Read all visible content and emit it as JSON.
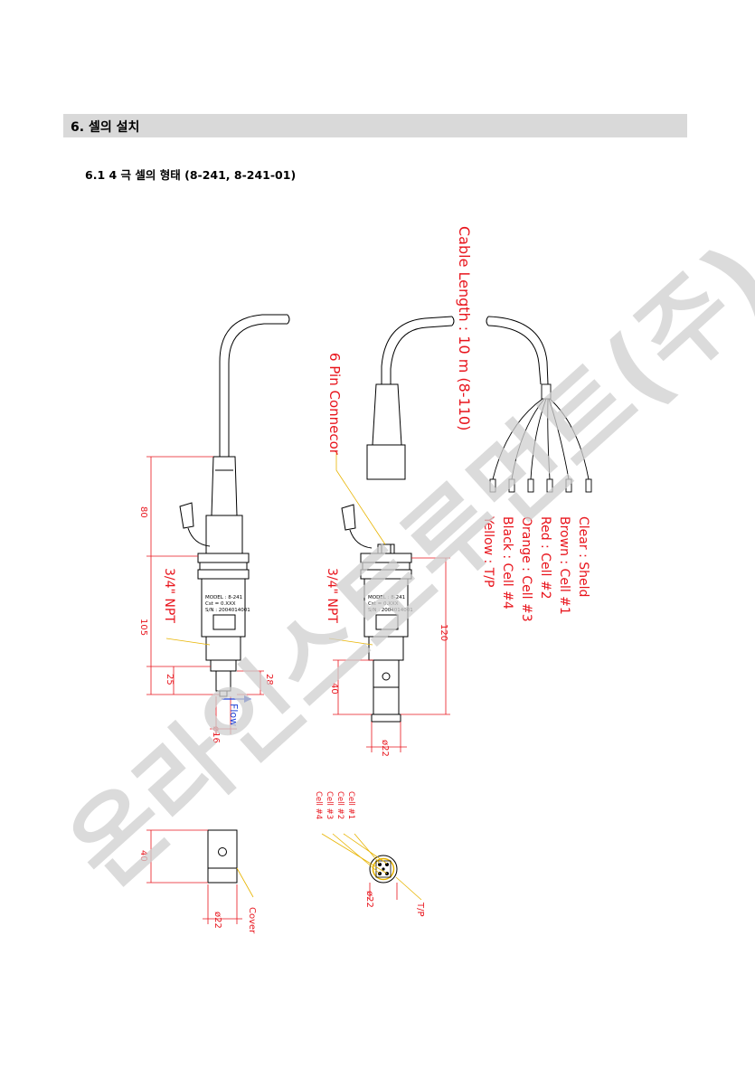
{
  "section": {
    "title": "6. 셀의 설치"
  },
  "subsection": {
    "title": "6.1 4 극 셀의 형태 (8-241, 8-241-01)"
  },
  "watermark": "온라인스토루먼트(주)",
  "labels": {
    "cable_length": "Cable Length : 10 m (8-110)",
    "pin_connector": "6 Pin Connecor",
    "npt_left": "3/4\" NPT",
    "npt_right": "3/4\" NPT",
    "flow": "Flow",
    "cover": "Cover",
    "tp": "T/P"
  },
  "wires": [
    "Clear : Sheld",
    "Brown : Cell #1",
    "Red : Cell #2",
    "Orange : Cell #3",
    "Black : Cell #4",
    "Yellow : T/P"
  ],
  "connector_pins": [
    "Cell #1",
    "Cell #2",
    "Cell #3",
    "Cell #4"
  ],
  "nameplate": {
    "model": "MODEL : 8-241",
    "cell_constant": "Cst = 0.XXX",
    "serial": "S/N : 2004014001"
  },
  "dimensions": {
    "d80": "80",
    "d105": "105",
    "d25": "25",
    "d28": "28",
    "d16": "ø16",
    "d120": "120",
    "d40": "40",
    "d22": "ø22",
    "cover_40": "40",
    "cover_22": "ø22",
    "conn_22": "ø22"
  },
  "colors": {
    "drawing_red": "#e8141c",
    "leader_yellow": "#e8b400",
    "flow_blue": "#1a3fd6",
    "section_bar": "#d9d9d9",
    "watermark": "#cfcfcf"
  }
}
